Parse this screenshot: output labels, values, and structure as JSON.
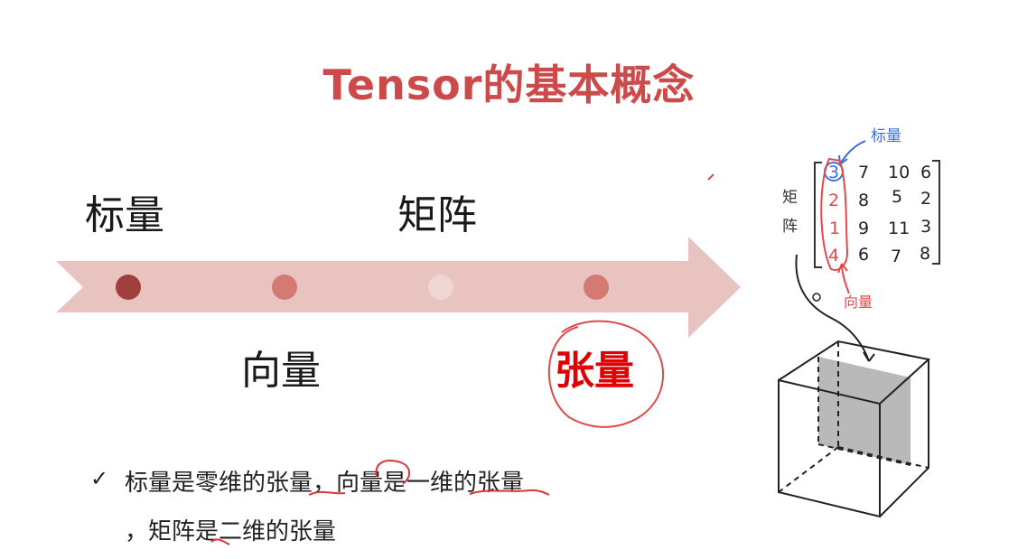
{
  "slide": {
    "title": "Tensor的基本概念",
    "timeline": {
      "labels_top": [
        "标量",
        "矩阵"
      ],
      "labels_bottom": [
        "向量",
        "张量"
      ]
    },
    "bullets": {
      "check": "✓",
      "line1": "标量是零维的张量，向量是一维的张量",
      "line2": "，矩阵是二维的张量"
    },
    "sketch": {
      "scalar_note": "标量",
      "vector_note": "向量",
      "matrix_note": [
        "矩",
        "阵"
      ],
      "matrix_rows": [
        [
          "3",
          "7",
          "10",
          "6"
        ],
        [
          "2",
          "8",
          "5",
          "2"
        ],
        [
          "1",
          "9",
          "11",
          "3"
        ],
        [
          "4",
          "6",
          "7",
          "8"
        ]
      ]
    },
    "colors": {
      "title": "#cc4a4a",
      "arrow": "#e8c3c0",
      "accent_red": "#e00000",
      "ink_blue": "#3a6fd8",
      "ink_red": "#e04a4a"
    }
  }
}
